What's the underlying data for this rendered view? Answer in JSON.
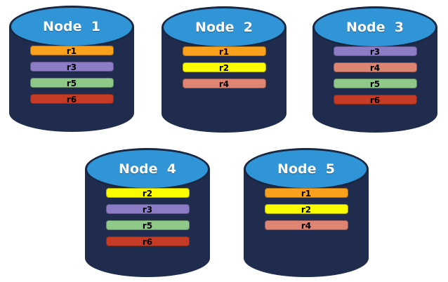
{
  "colors": {
    "background": "#FFFFFF",
    "cylinder_body": "#1F2C4E",
    "cylinder_top": "#3095D7",
    "cylinder_border": "#182742",
    "label_text": "#FFFFFF",
    "bar_text": "#000000"
  },
  "replica_colors": {
    "r1": "#F9A11C",
    "r2": "#FCFC00",
    "r3": "#8C7CC6",
    "r4": "#DD8473",
    "r5": "#8FC98A",
    "r6": "#C53B26"
  },
  "nodes": [
    {
      "label": "Node  1",
      "replicas": [
        "r1",
        "r3",
        "r5",
        "r6"
      ]
    },
    {
      "label": "Node  2",
      "replicas": [
        "r1",
        "r2",
        "r4"
      ]
    },
    {
      "label": "Node  3",
      "replicas": [
        "r3",
        "r4",
        "r5",
        "r6"
      ]
    },
    {
      "label": "Node  4",
      "replicas": [
        "r2",
        "r3",
        "r5",
        "r6"
      ]
    },
    {
      "label": "Node  5",
      "replicas": [
        "r1",
        "r2",
        "r4"
      ]
    }
  ]
}
